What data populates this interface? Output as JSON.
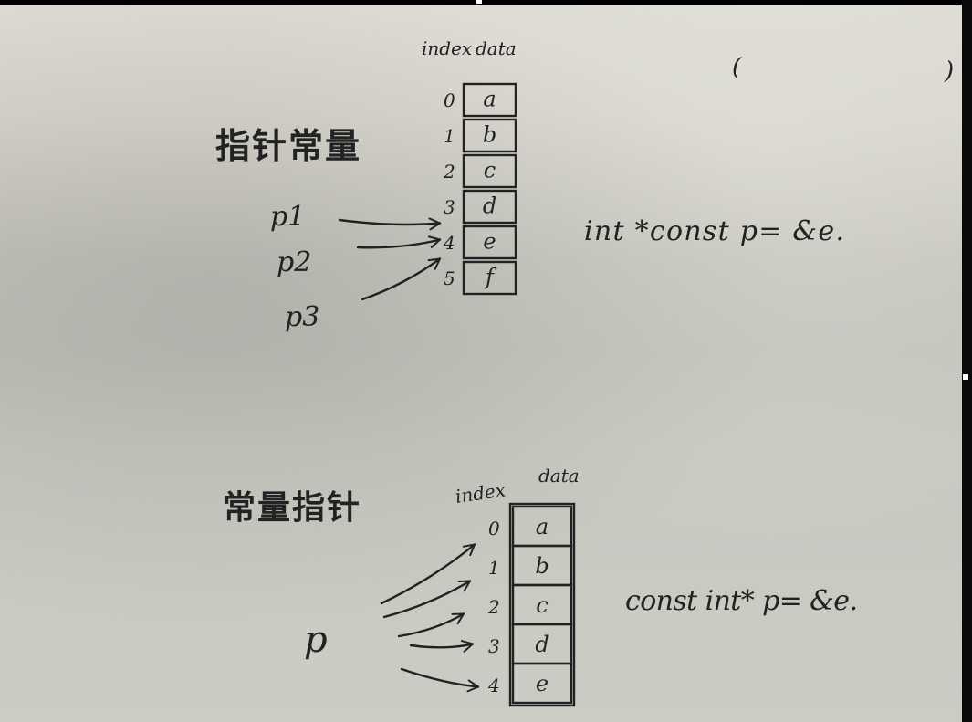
{
  "top_section": {
    "title": "指针常量",
    "header": {
      "index": "index",
      "data": "data"
    },
    "cells": [
      {
        "index": "0",
        "value": "a"
      },
      {
        "index": "1",
        "value": "b"
      },
      {
        "index": "2",
        "value": "c"
      },
      {
        "index": "3",
        "value": "d"
      },
      {
        "index": "4",
        "value": "e"
      },
      {
        "index": "5",
        "value": "f"
      }
    ],
    "pointers": [
      {
        "label": "p1",
        "points_to": 4
      },
      {
        "label": "p2",
        "points_to": 4
      },
      {
        "label": "p3",
        "points_to": 4
      }
    ],
    "code": "int *const p= &e."
  },
  "bottom_section": {
    "title": "常量指针",
    "header": {
      "index": "index",
      "data": "data"
    },
    "cells": [
      {
        "index": "0",
        "value": "a"
      },
      {
        "index": "1",
        "value": "b"
      },
      {
        "index": "2",
        "value": "c"
      },
      {
        "index": "3",
        "value": "d"
      },
      {
        "index": "4",
        "value": "e"
      }
    ],
    "pointer": {
      "label": "p",
      "points_to": [
        0,
        1,
        2,
        3,
        4
      ]
    },
    "code": "const int* p= &e."
  },
  "annotations": {
    "open_paren": "(",
    "close_paren": ")"
  },
  "colors": {
    "ink": "#222222",
    "board_top": "#dcdad2",
    "board_middle": "#c3c2bb",
    "board_bottom": "#cccbc4",
    "frame": "#000000"
  }
}
